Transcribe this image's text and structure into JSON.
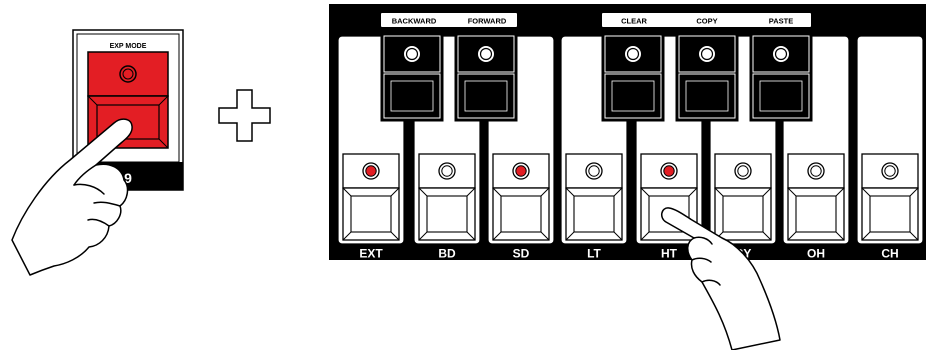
{
  "exp_panel": {
    "header_label": "EXP MODE",
    "number_label": "9",
    "button_color": "#e31e24"
  },
  "plus_icon": "plus-icon",
  "function_groups": [
    {
      "labels": [
        "BACKWARD",
        "FORWARD"
      ]
    },
    {
      "labels": [
        "CLEAR",
        "COPY",
        "PASTE"
      ]
    }
  ],
  "upper_buttons": [
    {
      "id": "backward"
    },
    {
      "id": "forward"
    },
    {
      "id": "clear"
    },
    {
      "id": "copy"
    },
    {
      "id": "paste"
    }
  ],
  "channels": [
    {
      "label": "EXT",
      "led_on": true
    },
    {
      "label": "BD",
      "led_on": false
    },
    {
      "label": "SD",
      "led_on": true
    },
    {
      "label": "LT",
      "led_on": false
    },
    {
      "label": "HT",
      "led_on": true
    },
    {
      "label": "CY",
      "led_on": false
    },
    {
      "label": "OH",
      "led_on": false
    },
    {
      "label": "CH",
      "led_on": false
    }
  ],
  "colors": {
    "led_on": "#e31e24",
    "led_off": "#ffffff",
    "panel": "#000000",
    "plate": "#ffffff"
  }
}
